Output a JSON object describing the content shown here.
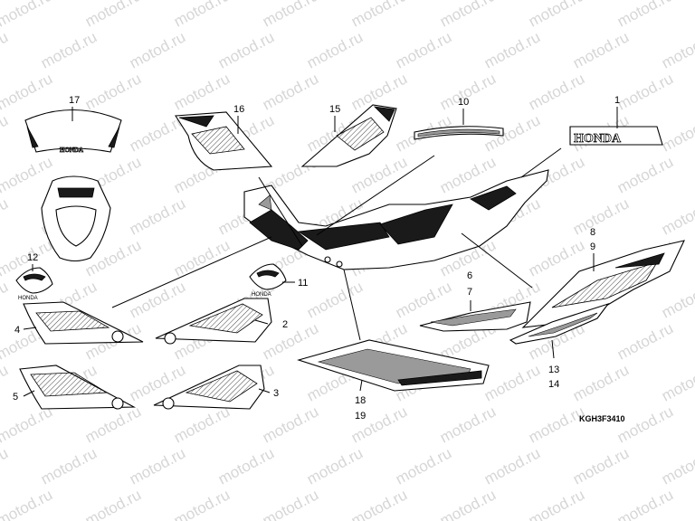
{
  "watermark": "motod.ru",
  "diagram_code": "KGH3F3410",
  "logo_text": "HONDA",
  "colors": {
    "line": "#000000",
    "watermark": "#d6d6d6",
    "background": "#ffffff"
  },
  "callouts": {
    "c1": "1",
    "c2": "2",
    "c3": "3",
    "c4": "4",
    "c5": "5",
    "c6": "6",
    "c7": "7",
    "c8": "8",
    "c9": "9",
    "c10": "10",
    "c11": "11",
    "c12": "12",
    "c13": "13",
    "c14": "14",
    "c15": "15",
    "c16": "16",
    "c17": "17",
    "c18": "18",
    "c19": "19"
  }
}
